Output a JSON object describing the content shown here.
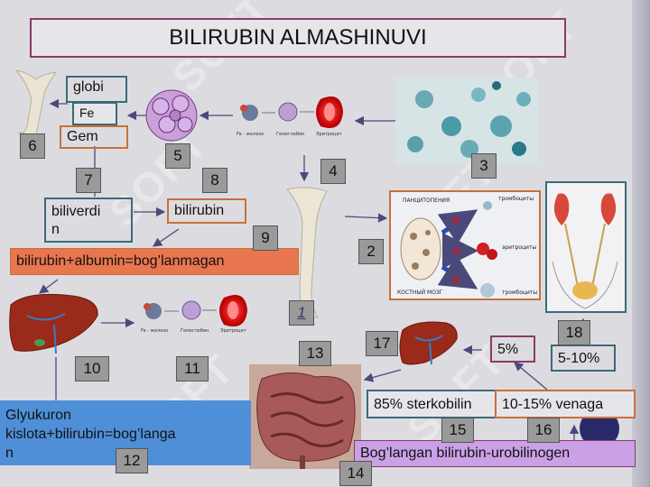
{
  "title": "BILIRUBIN ALMASHINUVI",
  "watermark": "SOFT",
  "labels": {
    "globi": "globi",
    "fe": "Fe",
    "gem": "Gem",
    "biliverdin": "biliverdi\nn",
    "bilirubin": "bilirubin",
    "bilirubin_albumin": "bilirubin+albumin=bog’lanmagan",
    "glyukuron": "Glyukuron\nkislota+bilirubin=bog’langa\nn",
    "sterkobilin": "85% sterkobilin",
    "venaga": "10-15% venaga",
    "percent5": "5%",
    "percent5_10": "5-10%",
    "urobilinogen": "Bog’langan bilirubin-urobilinogen"
  },
  "numbers": [
    "1",
    "2",
    "3",
    "4",
    "5",
    "6",
    "7",
    "8",
    "9",
    "10",
    "11",
    "12",
    "13",
    "14",
    "15",
    "16",
    "17",
    "18"
  ],
  "cell_labels": [
    "Fe - железо",
    "Гемоглобин",
    "Эритроцит"
  ],
  "marrow_labels": {
    "pancytopenia": "ПАНЦИТОПЕНИЯ",
    "marrow": "КОСТНЫЙ МОЗГ",
    "thrombocytes1": "тромбоциты",
    "erythrocytes": "эритроциты",
    "thrombocytes2": "тромбоциты"
  },
  "colors": {
    "border_purple": "#8a3a6a",
    "border_orange": "#c8703a",
    "border_teal": "#3a6a7a",
    "fill_orange": "#e8764e",
    "fill_blue": "#4f8fd8",
    "fill_violet": "#caa0e6",
    "num_gray": "#9a9a9a"
  }
}
